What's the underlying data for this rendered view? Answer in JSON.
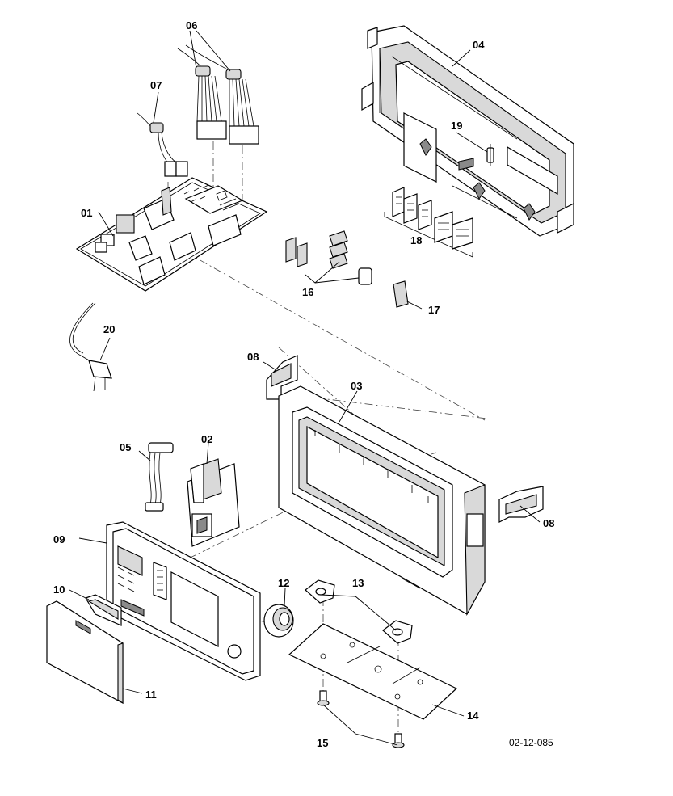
{
  "drawing_ref": "02-12-085",
  "callouts": [
    {
      "id": "01",
      "label": "01"
    },
    {
      "id": "02",
      "label": "02"
    },
    {
      "id": "03",
      "label": "03"
    },
    {
      "id": "04",
      "label": "04"
    },
    {
      "id": "05",
      "label": "05"
    },
    {
      "id": "06",
      "label": "06"
    },
    {
      "id": "07",
      "label": "07"
    },
    {
      "id": "08a",
      "label": "08"
    },
    {
      "id": "08b",
      "label": "08"
    },
    {
      "id": "09",
      "label": "09"
    },
    {
      "id": "10",
      "label": "10"
    },
    {
      "id": "11",
      "label": "11"
    },
    {
      "id": "12",
      "label": "12"
    },
    {
      "id": "13",
      "label": "13"
    },
    {
      "id": "14",
      "label": "14"
    },
    {
      "id": "15",
      "label": "15"
    },
    {
      "id": "16",
      "label": "16"
    },
    {
      "id": "17",
      "label": "17"
    },
    {
      "id": "18",
      "label": "18"
    },
    {
      "id": "19",
      "label": "19"
    },
    {
      "id": "20",
      "label": "20"
    }
  ]
}
